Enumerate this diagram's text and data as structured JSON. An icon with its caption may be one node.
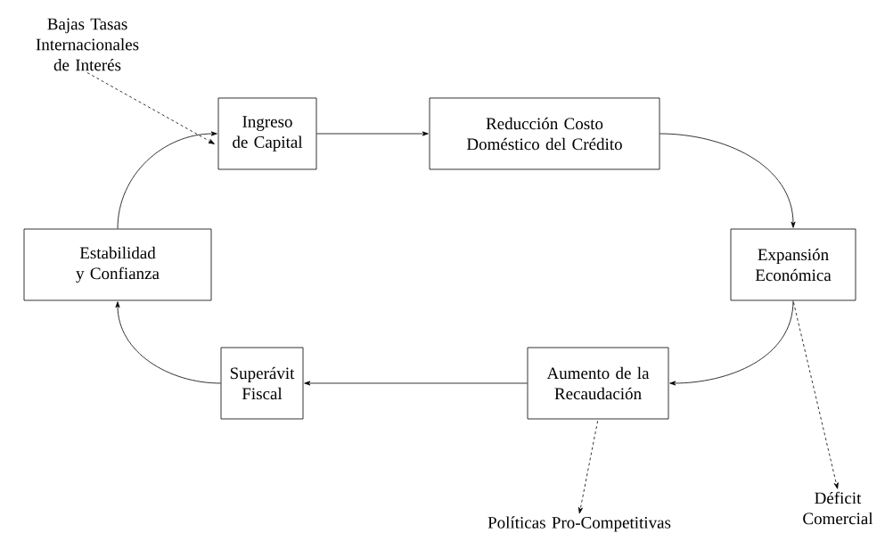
{
  "diagram": {
    "nodes": [
      {
        "text": [
          "Bajas Tasas Internacionales de Interés"
        ]
      },
      {
        "text": [
          "Ingreso de Capital"
        ]
      },
      {
        "text": [
          "Reducción Costo Doméstico del Crédito"
        ]
      },
      {
        "text": [
          "Expansión Económica"
        ]
      },
      {
        "text": [
          "Aumento de la Recaudación"
        ]
      },
      {
        "text": [
          "Superávit Fiscal"
        ]
      },
      {
        "text": [
          "Estabilidad y Confianza"
        ]
      },
      {
        "text": [
          "Déficit Comercial"
        ]
      },
      {
        "text": [
          "Políticas Pro-Competitivas"
        ]
      }
    ],
    "edges": [
      {
        "from": 0,
        "to": 1,
        "arrow": "to",
        "style": "dashed"
      },
      {
        "from": 1,
        "to": 2,
        "arrow": "to"
      },
      {
        "from": 2,
        "to": 3,
        "arrow": "to"
      },
      {
        "from": 3,
        "to": 4,
        "arrow": "to"
      },
      {
        "from": 4,
        "to": 5,
        "arrow": "to"
      },
      {
        "from": 5,
        "to": 6,
        "arrow": "to"
      },
      {
        "from": 6,
        "to": 1,
        "arrow": "to"
      },
      {
        "from": 3,
        "to": 7,
        "arrow": "to",
        "style": "dashed"
      },
      {
        "from": 4,
        "to": 8,
        "arrow": "to",
        "style": "dashed"
      }
    ]
  }
}
